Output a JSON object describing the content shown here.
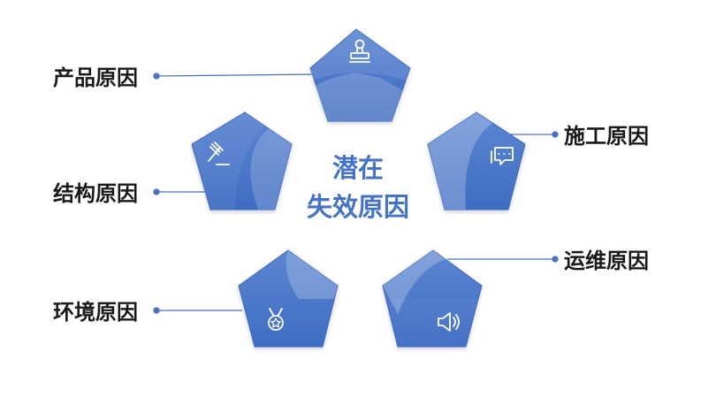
{
  "center": {
    "line1": "潜在",
    "line2": "失效原因"
  },
  "causes": [
    {
      "label": "产品原因",
      "icon": "stamp-icon"
    },
    {
      "label": "结构原因",
      "icon": "gavel-icon"
    },
    {
      "label": "环境原因",
      "icon": "medal-icon"
    },
    {
      "label": "施工原因",
      "icon": "chat-icon"
    },
    {
      "label": "运维原因",
      "icon": "speaker-icon"
    }
  ],
  "colors": {
    "accent": "#4472c4",
    "accent_light": "#8eaadb",
    "line": "#4a72c0",
    "text": "#1a1a1a"
  }
}
